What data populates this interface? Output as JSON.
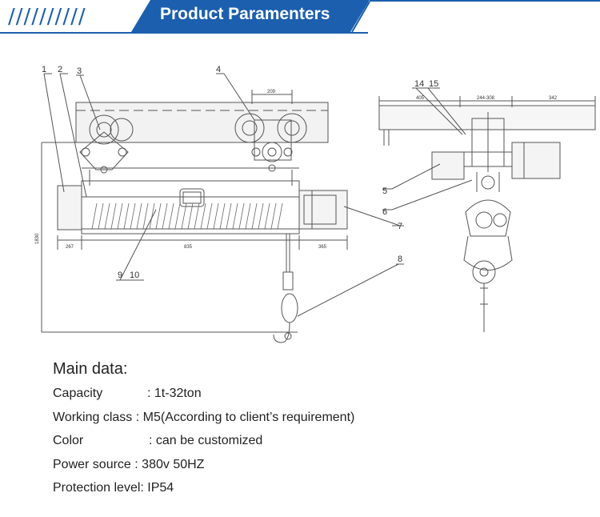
{
  "banner": {
    "slashes": "//////////",
    "title": "Product Paramenters",
    "color": "#1c5fae"
  },
  "drawing": {
    "callouts": [
      "1",
      "2",
      "3",
      "4",
      "5",
      "6",
      "7",
      "8",
      "9",
      "10",
      "14",
      "15"
    ],
    "dimensions": {
      "left_end": "267",
      "drum": "835",
      "motor": "365",
      "height": "1830",
      "wheel_base": "209",
      "side_a": "405",
      "side_b": "244-308",
      "side_c": "342"
    }
  },
  "main_data": {
    "title": "Main data:",
    "rows": [
      {
        "label": "Capacity",
        "value": ": 1t-32ton"
      },
      {
        "label": "Working class",
        "value": ": M5(According to client’s requirement)"
      },
      {
        "label": "Color",
        "value": ": can be customized"
      },
      {
        "label": "Power source",
        "value": ": 380v 50HZ"
      },
      {
        "label": "Protection level",
        "value": ": IP54"
      }
    ]
  }
}
